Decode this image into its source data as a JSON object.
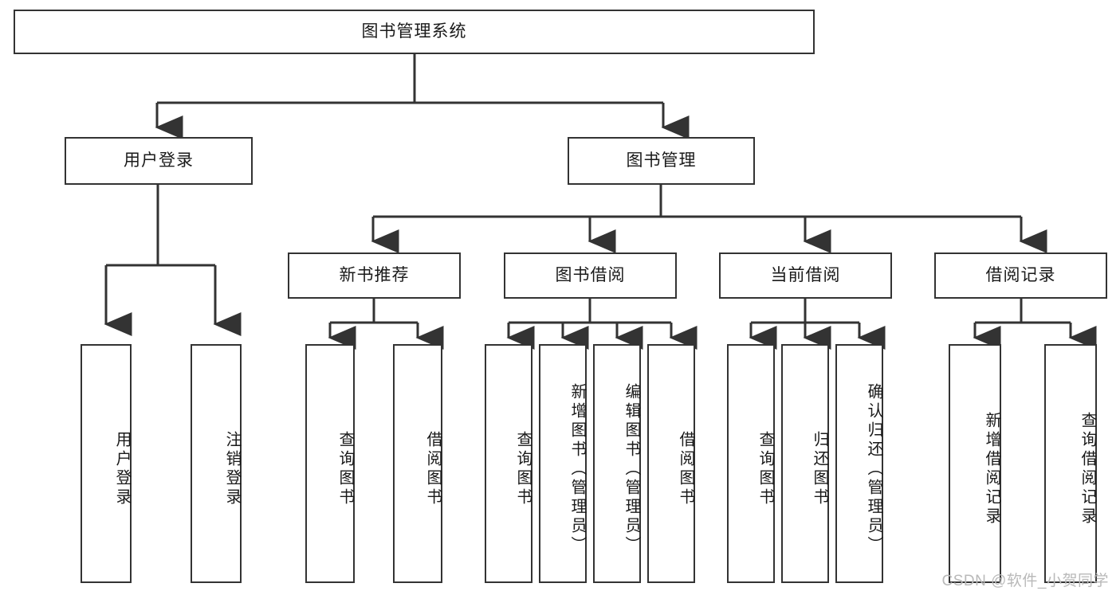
{
  "diagram": {
    "type": "tree-hierarchy-chart",
    "title": "图书管理系统",
    "colors": {
      "box_border": "#333333",
      "box_fill": "#ffffff",
      "connector": "#333333",
      "text": "#1a1a1a",
      "watermark": "#b9b9b9",
      "background": "#ffffff"
    },
    "root": {
      "label": "图书管理系统"
    },
    "level2": [
      {
        "label": "用户登录"
      },
      {
        "label": "图书管理"
      }
    ],
    "level3": [
      {
        "label": "新书推荐"
      },
      {
        "label": "图书借阅"
      },
      {
        "label": "当前借阅"
      },
      {
        "label": "借阅记录"
      }
    ],
    "leaves": {
      "user_login": [
        {
          "label": "用户登录"
        },
        {
          "label": "注销登录"
        }
      ],
      "new_book_recommend": [
        {
          "label": "查询图书"
        },
        {
          "label": "借阅图书"
        }
      ],
      "book_borrow": [
        {
          "label": "查询图书"
        },
        {
          "label": "新增图书（管理员）"
        },
        {
          "label": "编辑图书（管理员）"
        },
        {
          "label": "借阅图书"
        }
      ],
      "current_borrow": [
        {
          "label": "查询图书"
        },
        {
          "label": "归还图书"
        },
        {
          "label": "确认归还（管理员）"
        }
      ],
      "borrow_record": [
        {
          "label": "新增借阅记录"
        },
        {
          "label": "查询借阅记录"
        }
      ]
    }
  },
  "watermark": {
    "text": "CSDN @软件_小贺同学"
  }
}
